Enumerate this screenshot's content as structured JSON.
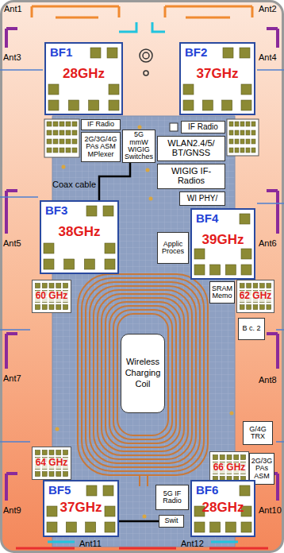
{
  "diagram": {
    "nodes": [
      {
        "text": [
          "BF1",
          "28GHz"
        ]
      },
      {
        "text": [
          "BF2",
          "37GHz"
        ]
      },
      {
        "text": [
          "IF Radio"
        ]
      },
      {
        "text": [
          "2G/3G/4G PAs ASM MPlexer"
        ]
      },
      {
        "text": [
          "5G mmW WIGIG Switches"
        ]
      },
      {
        "text": [
          "IF Radio"
        ]
      },
      {
        "text": [
          "WLAN2.4/5/ BT/GNSS"
        ]
      },
      {
        "text": [
          "WIGIG IF-Radios"
        ]
      },
      {
        "text": [
          "WI PHY/"
        ]
      },
      {
        "text": [
          "BF3",
          "38GHz"
        ]
      },
      {
        "text": [
          "BF4",
          "39GHz"
        ]
      },
      {
        "text": [
          "Applic Proces"
        ]
      },
      {
        "text": [
          "60 GHz"
        ]
      },
      {
        "text": [
          "SRAM Memo"
        ]
      },
      {
        "text": [
          "62 GHz"
        ]
      },
      {
        "text": [
          "B c. 2"
        ]
      },
      {
        "text": [
          "Wireless Charging Coil"
        ]
      },
      {
        "text": [
          "G/4G TRX"
        ]
      },
      {
        "text": [
          "64 GHz"
        ]
      },
      {
        "text": [
          "66 GHz"
        ]
      },
      {
        "text": [
          "2G/3G PAs ASM"
        ]
      },
      {
        "text": [
          "5G IF Radio"
        ]
      },
      {
        "text": [
          "BF5",
          "37GHz"
        ]
      },
      {
        "text": [
          "Swit"
        ]
      },
      {
        "text": [
          "BF6",
          "28GHz"
        ]
      }
    ],
    "edges": [
      {
        "from": 4,
        "to": 9,
        "arrow": "none"
      },
      {
        "from": 22,
        "to": 23,
        "arrow": "none"
      }
    ],
    "labels": [
      "Ant1",
      "Ant2",
      "Ant3",
      "Ant4",
      "Ant5",
      "Ant6",
      "Ant7",
      "Ant8",
      "Ant9",
      "Ant10",
      "Ant11",
      "Ant12",
      "Coax cable"
    ]
  }
}
